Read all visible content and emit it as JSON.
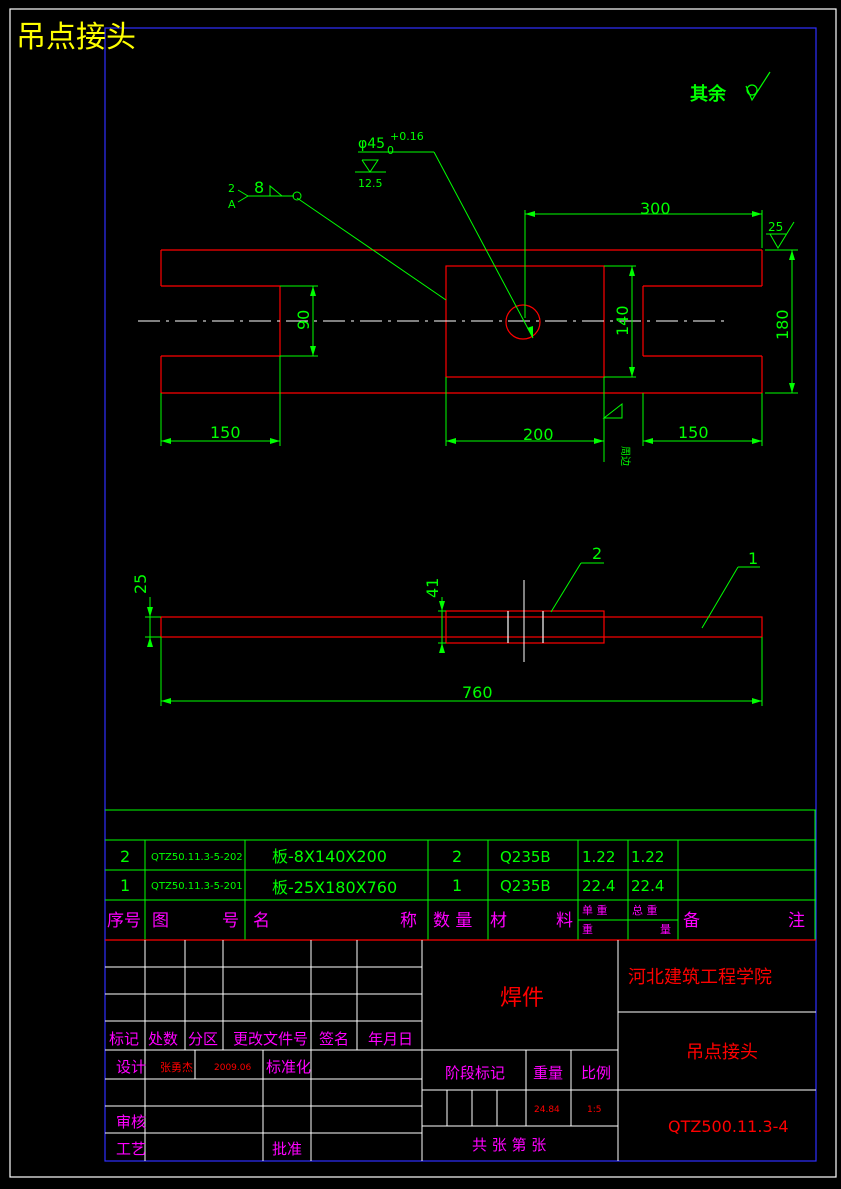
{
  "title": "吊点接头",
  "roughness": {
    "other_label": "其余",
    "value_top_right": "25",
    "value_hole": "12.5"
  },
  "weld": {
    "number": "2",
    "letter": "A",
    "size": "8",
    "text": "周边"
  },
  "hole": {
    "diameter": "φ45",
    "tol_upper": "+0.16",
    "tol_lower": "0"
  },
  "dims": {
    "d300": "300",
    "d90": "90",
    "d140": "140",
    "d180": "180",
    "d150_left": "150",
    "d200": "200",
    "d150_right": "150",
    "d25": "25",
    "d41": "41",
    "d760": "760"
  },
  "balloons": {
    "b1": "1",
    "b2": "2"
  },
  "parts": [
    {
      "no": "2",
      "code": "QTZ50.11.3-5-202",
      "name": "板-8X140X200",
      "qty": "2",
      "material": "Q235B",
      "unit_weight": "1.22",
      "total_weight": "1.22"
    },
    {
      "no": "1",
      "code": "QTZ50.11.3-5-201",
      "name": "板-25X180X760",
      "qty": "1",
      "material": "Q235B",
      "unit_weight": "22.4",
      "total_weight": "22.4"
    }
  ],
  "parts_header": {
    "no": "序号",
    "code_a": "图",
    "code_b": "号",
    "name_a": "名",
    "name_b": "称",
    "qty": "数 量",
    "mat_a": "材",
    "mat_b": "料",
    "unit_w_a": "单 重",
    "unit_w_b": "重",
    "total_w_a": "总 重",
    "total_w_b": "量",
    "remark_a": "备",
    "remark_b": "注"
  },
  "title_block": {
    "type": "焊件",
    "school": "河北建筑工程学院",
    "part_name": "吊点接头",
    "drawing_no": "QTZ500.11.3-4",
    "mark": "标记",
    "count": "处数",
    "zone": "分区",
    "change_doc": "更改文件号",
    "sign": "签名",
    "date_label": "年月日",
    "design": "设计",
    "designer": "张勇杰",
    "design_date": "2009.06",
    "standardize": "标准化",
    "review": "审核",
    "process": "工艺",
    "approve": "批准",
    "stage": "阶段标记",
    "weight_label": "重量",
    "scale_label": "比例",
    "weight": "24.84",
    "scale": "1:5",
    "sheets": "共  张  第  张"
  }
}
